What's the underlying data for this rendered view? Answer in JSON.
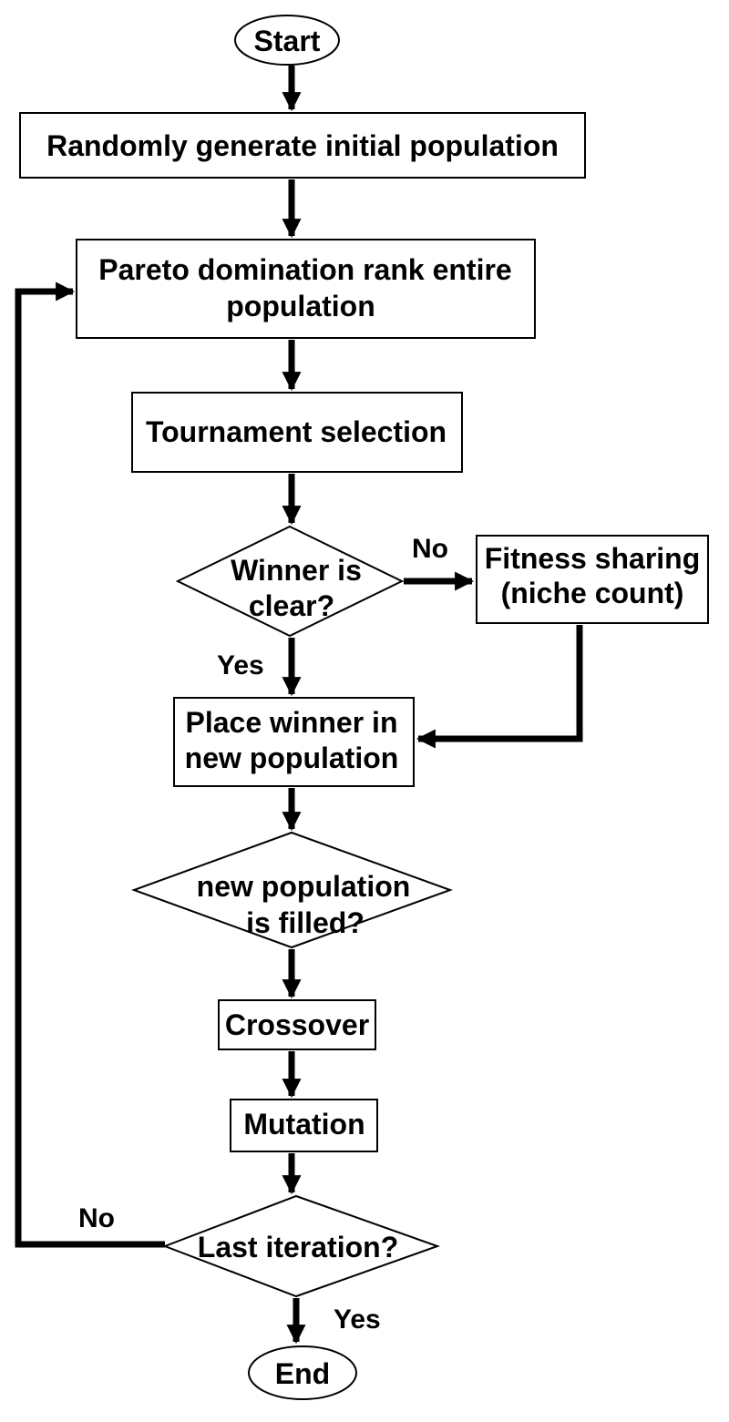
{
  "nodes": {
    "start": "Start",
    "init": "Randomly generate initial population",
    "rank_l1": "Pareto domination rank entire",
    "rank_l2": "population",
    "tournament": "Tournament selection",
    "winner_l1": "Winner is",
    "winner_l2": "clear?",
    "fitness_l1": "Fitness sharing",
    "fitness_l2": "(niche count)",
    "place_l1": "Place winner in",
    "place_l2": "new population",
    "filled_l1": "new population",
    "filled_l2": "is filled?",
    "crossover": "Crossover",
    "mutation": "Mutation",
    "last": "Last iteration?",
    "end": "End"
  },
  "labels": {
    "winner_no": "No",
    "winner_yes": "Yes",
    "last_no": "No",
    "last_yes": "Yes"
  }
}
